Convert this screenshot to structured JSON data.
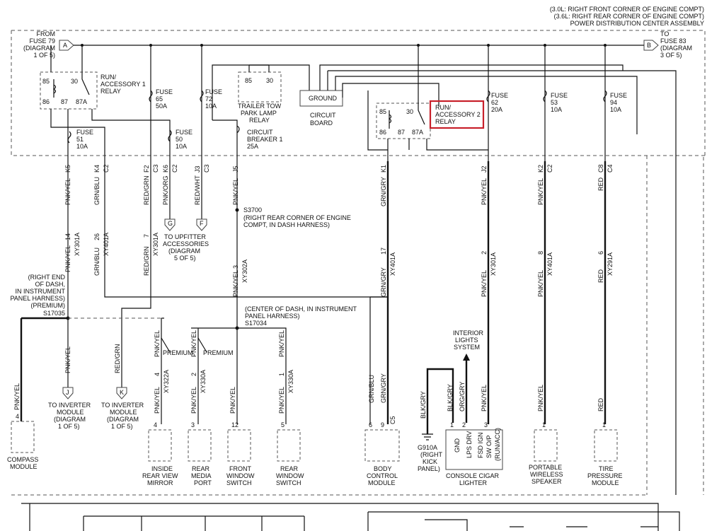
{
  "header": {
    "line1": "(3.0L: RIGHT FRONT CORNER OF ENGINE COMPT)",
    "line2": "(3.6L: RIGHT REAR CORNER OF ENGINE COMPT)",
    "line3": "POWER DISTRIBUTION CENTER ASSEMBLY"
  },
  "from_ref": {
    "l1": "FROM",
    "l2": "FUSE 79",
    "l3": "(DIAGRAM",
    "l4": "1 OF 5)",
    "letter": "A"
  },
  "to_ref": {
    "l1": "TO",
    "l2": "FUSE 83",
    "l3": "(DIAGRAM",
    "l4": "3 OF 5)",
    "letter": "B"
  },
  "relay1": {
    "l1": "RUN/",
    "l2": "ACCESSORY 1",
    "l3": "RELAY",
    "p85": "85",
    "p86": "86",
    "p30": "30",
    "p87": "87",
    "p87a": "87A"
  },
  "relay2": {
    "l1": "RUN/",
    "l2": "ACCESSORY 2",
    "l3": "RELAY",
    "p85": "85",
    "p86": "86",
    "p30": "30",
    "p87": "87",
    "p87a": "87A",
    "highlight_color": "#c8202a"
  },
  "trailer_relay": {
    "p85": "85",
    "p30": "30",
    "l1": "TRAILER TOW",
    "l2": "PARK LAMP",
    "l3": "RELAY"
  },
  "circuit_board": {
    "ground": "GROUND",
    "l1": "CIRCUIT",
    "l2": "BOARD"
  },
  "breaker": {
    "l1": "CIRCUIT",
    "l2": "BREAKER 1",
    "l3": "25A"
  },
  "fuses": [
    {
      "label": "FUSE",
      "num": "51",
      "amp": "10A"
    },
    {
      "label": "FUSE",
      "num": "65",
      "amp": "50A"
    },
    {
      "label": "FUSE",
      "num": "50",
      "amp": "10A"
    },
    {
      "label": "FUSE",
      "num": "72",
      "amp": "10A"
    },
    {
      "label": "FUSE",
      "num": "62",
      "amp": "20A"
    },
    {
      "label": "FUSE",
      "num": "53",
      "amp": "10A"
    },
    {
      "label": "FUSE",
      "num": "94",
      "amp": "10A"
    }
  ],
  "pdc_pins": [
    "K5",
    "K4",
    "C2",
    "F2",
    "C3",
    "K6",
    "C2",
    "J3",
    "C3",
    "J5",
    "K1",
    "J2",
    "K2",
    "C2",
    "C8",
    "C4"
  ],
  "wire_colors": {
    "w1": "PNK/YEL",
    "w2": "GRN/BLU",
    "w3": "RED/GRN",
    "w4": "PNK/ORG",
    "w5": "RED/WHT",
    "w6": "PNK/YEL",
    "w7": "GRN/GRY",
    "w8": "PNK/YEL",
    "w9": "PNK/YEL",
    "w10": "RED"
  },
  "harness_conn": {
    "c1": "14",
    "c2": "26",
    "c3": "7",
    "c4": "3",
    "c5": "17",
    "c6": "2",
    "c7": "8",
    "c8": "6",
    "x1": "XY301A",
    "x2": "XY401A",
    "x3": "XY301A",
    "x4": "XY302A",
    "x5": "XY401A",
    "x6": "XY301A",
    "x7": "XY401A",
    "x8": "XY291A"
  },
  "splice_s3700": {
    "id": "S3700",
    "l1": "(RIGHT REAR CORNER OF ENGINE",
    "l2": "COMPT, IN DASH HARNESS)"
  },
  "splice_s17035": {
    "l1": "(RIGHT END",
    "l2": "OF DASH,",
    "l3": "IN INSTRUMENT",
    "l4": "PANEL HARNESS)",
    "l5": "(PREMIUM)",
    "id": "S17035"
  },
  "splice_s17034": {
    "l1": "(CENTER OF DASH, IN INSTRUMENT",
    "l2": "PANEL HARNESS)",
    "id": "S17034"
  },
  "refs": {
    "g": {
      "letter": "G",
      "l1": "TO UPFITTER",
      "l2": "ACCESSORIES",
      "l3": "(DIAGRAM",
      "l4": "5 OF 5)"
    },
    "f": {
      "letter": "F"
    },
    "j": {
      "letter": "J",
      "l1": "TO INVERTER",
      "l2": "MODULE",
      "l3": "(DIAGRAM",
      "l4": "1 OF 5)"
    },
    "k": {
      "letter": "K",
      "l1": "TO INVERTER",
      "l2": "MODULE",
      "l3": "(DIAGRAM",
      "l4": "1 OF 5)"
    }
  },
  "premium": "PREMIUM",
  "interior": {
    "l1": "INTERIOR",
    "l2": "LIGHTS",
    "l3": "SYSTEM"
  },
  "lower_wires": {
    "compass": "PNK/YEL",
    "j": "PNK/YEL",
    "k": "RED/GRN",
    "mirror": "PNK/YEL",
    "media": "PNK/YEL",
    "front": "PNK/YEL",
    "rear": "PNK/YEL",
    "bcm1": "GRN/BLU",
    "bcm2": "GRN/GRY",
    "g910": "BLK/GRY",
    "cl1": "BLK/GRY",
    "cl2": "ORG/GRY",
    "cl3": "PNK/YEL",
    "pw": "PNK/YEL",
    "tpm": "RED"
  },
  "lower_conn": {
    "m4": "4",
    "mx": "XY322A",
    "p2": "2",
    "px": "XY330A",
    "r1": "1",
    "rx": "XY330A",
    "c5": "C5"
  },
  "modules": {
    "compass": {
      "pin": "4",
      "l1": "COMPASS",
      "l2": "MODULE"
    },
    "mirror": {
      "pin": "4",
      "l1": "INSIDE",
      "l2": "REAR VIEW",
      "l3": "MIRROR"
    },
    "media": {
      "pin": "3",
      "l1": "REAR",
      "l2": "MEDIA",
      "l3": "PORT"
    },
    "front_sw": {
      "pin": "12",
      "l1": "FRONT",
      "l2": "WINDOW",
      "l3": "SWITCH"
    },
    "rear_sw": {
      "pin": "5",
      "l1": "REAR",
      "l2": "WINDOW",
      "l3": "SWITCH"
    },
    "bcm": {
      "pin1": "6",
      "pin2": "9",
      "l1": "BODY",
      "l2": "CONTROL",
      "l3": "MODULE"
    },
    "ground": {
      "l1": "G910A",
      "l2": "(RIGHT",
      "l3": "KICK",
      "l4": "PANEL)"
    },
    "lighter": {
      "p1": "1",
      "p2": "2",
      "p3": "3",
      "f1": "GND",
      "f2": "LPS DRV",
      "f3": "FSD IGN",
      "f4": "SW O/P",
      "f5": "(RUN/ACC)",
      "l1": "CONSOLE CIGAR",
      "l2": "LIGHTER"
    },
    "wireless": {
      "pin": "1",
      "l1": "PORTABLE",
      "l2": "WIRELESS",
      "l3": "SPEAKER"
    },
    "tpm": {
      "pin": "1",
      "l1": "TIRE",
      "l2": "PRESSURE",
      "l3": "MODULE"
    }
  }
}
